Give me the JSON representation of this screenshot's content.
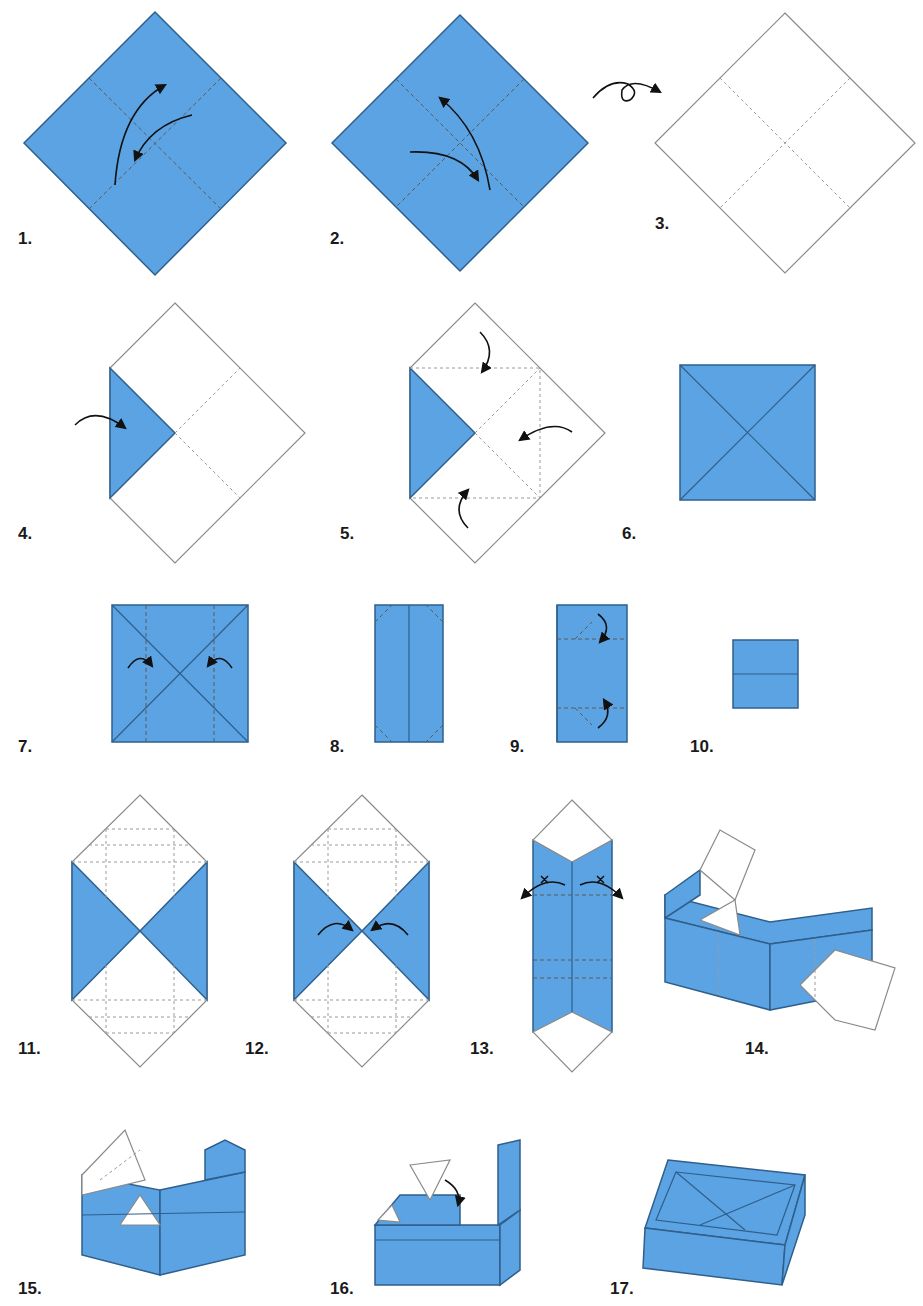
{
  "diagram": {
    "labels": [
      "1.",
      "2.",
      "3.",
      "4.",
      "5.",
      "6.",
      "7.",
      "8.",
      "9.",
      "10.",
      "11.",
      "12.",
      "13.",
      "14.",
      "15.",
      "16.",
      "17."
    ]
  }
}
